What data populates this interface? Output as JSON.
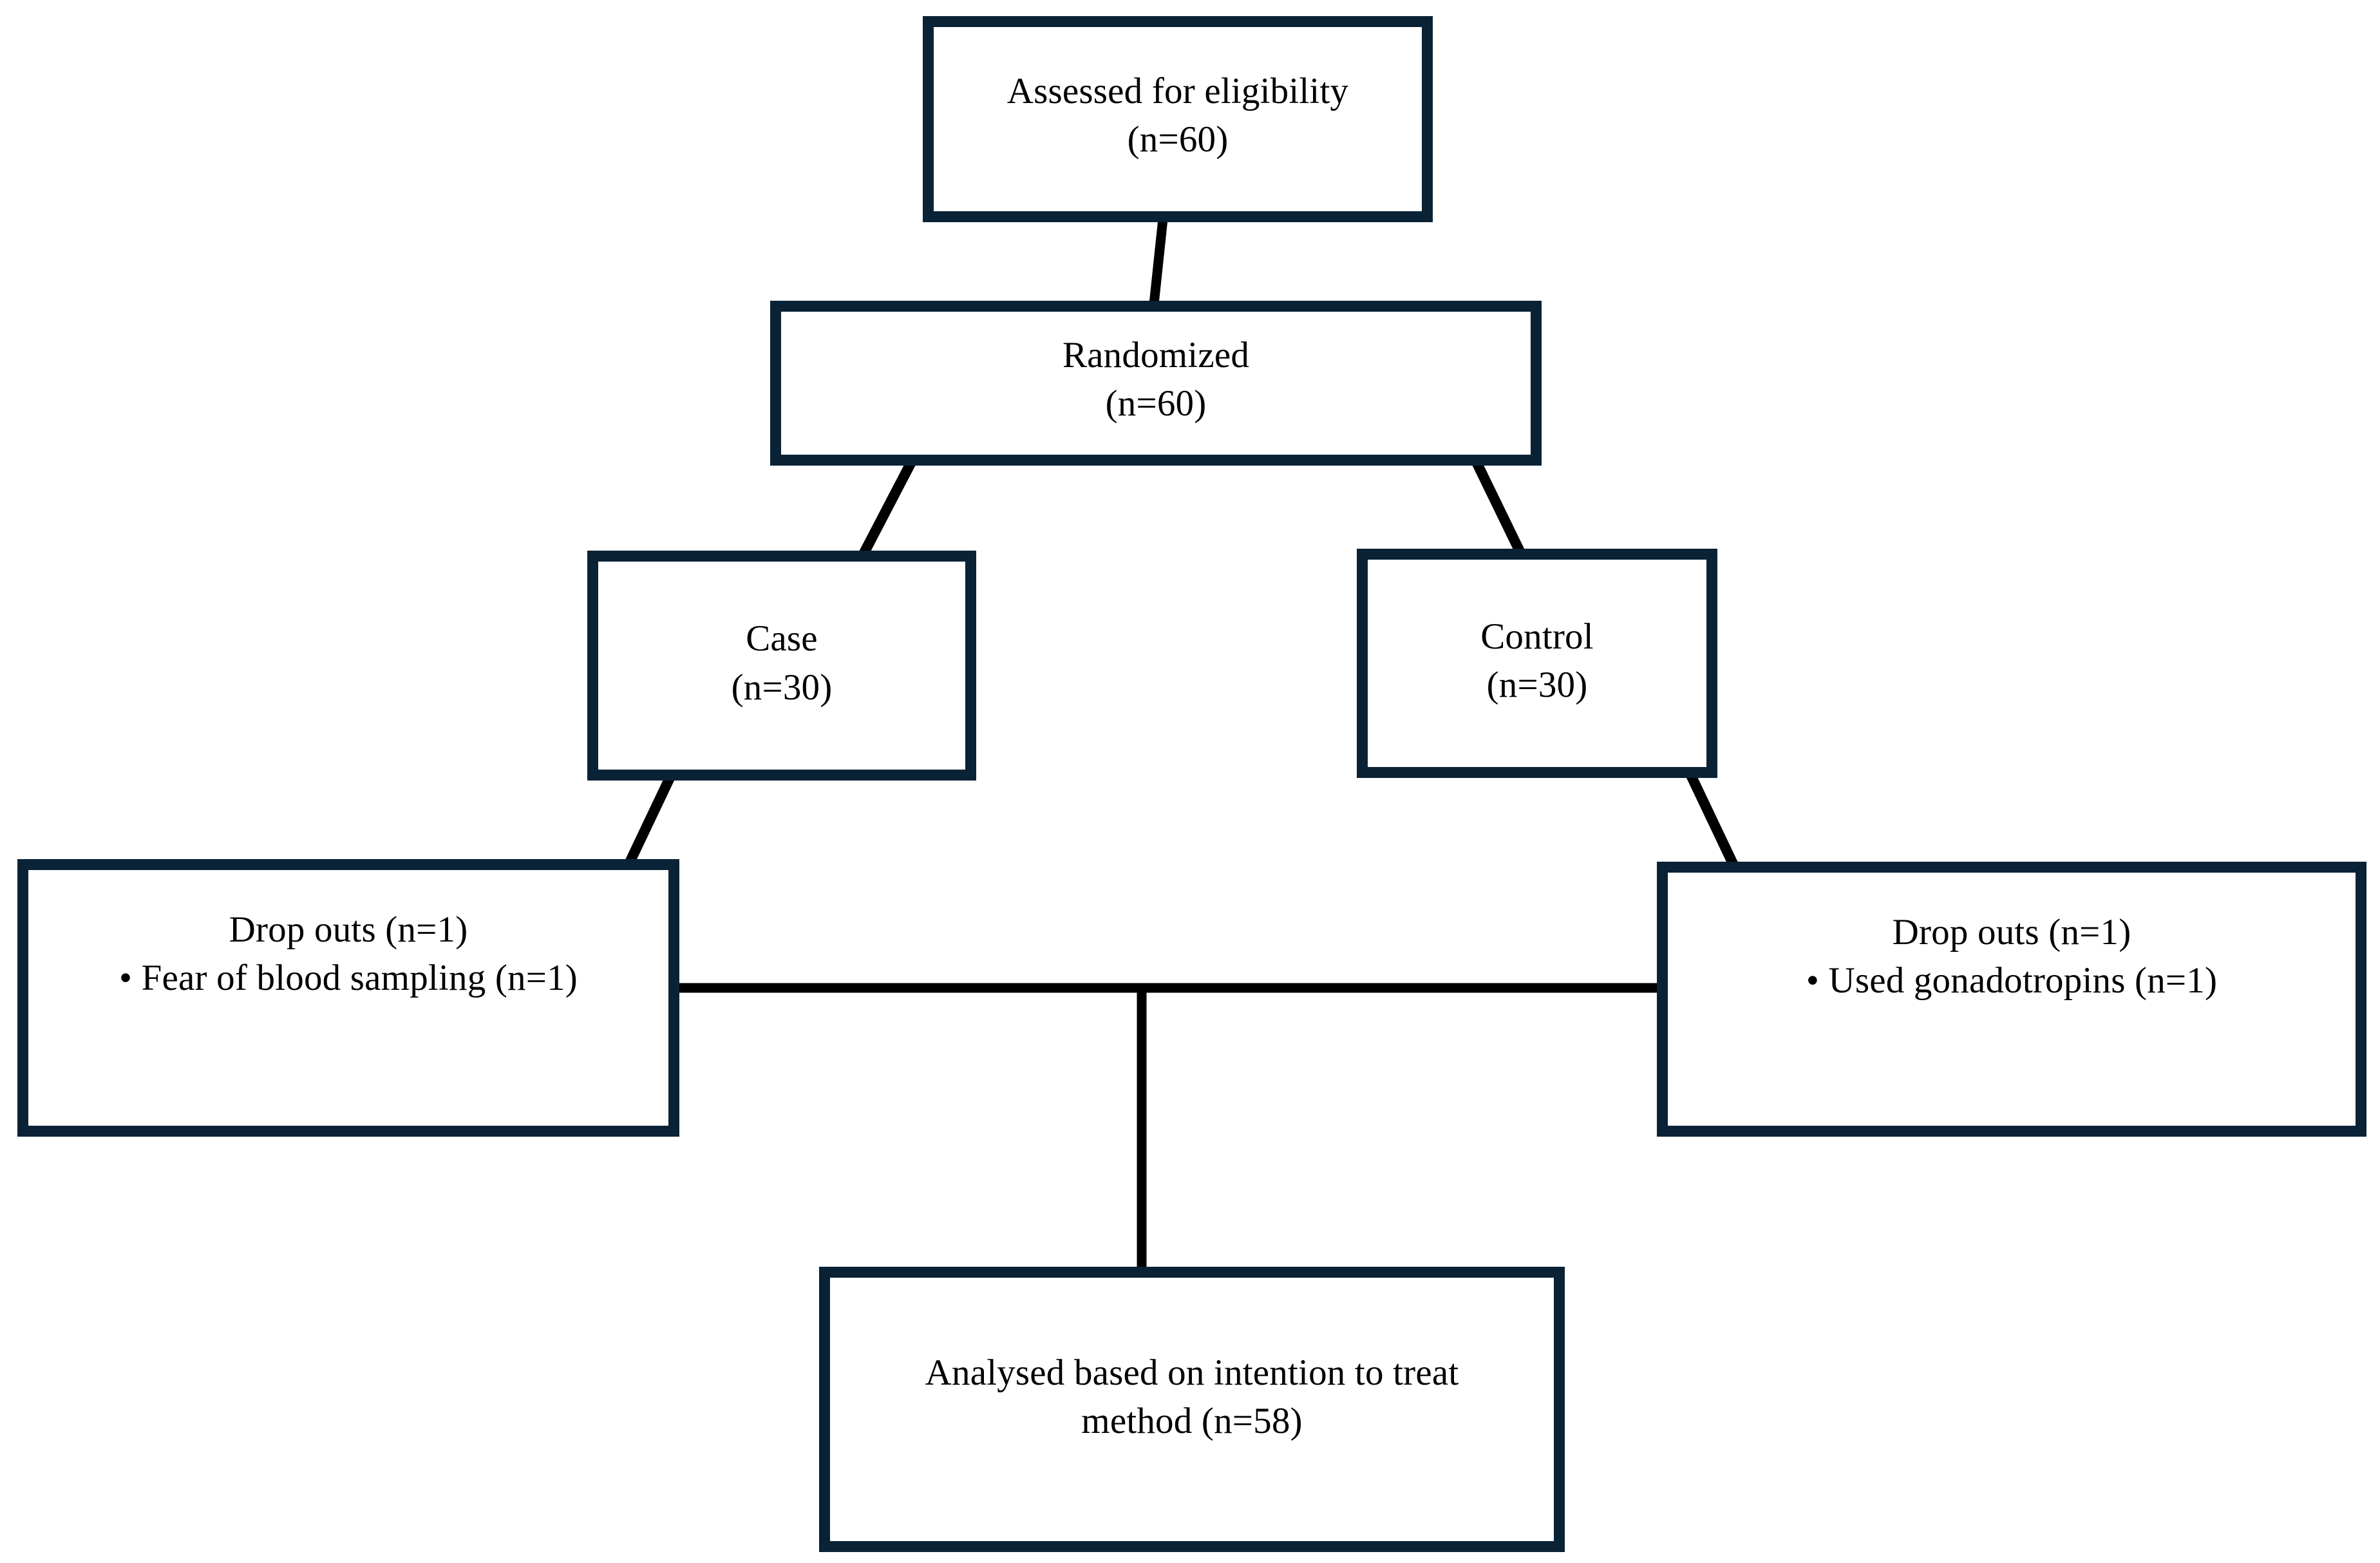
{
  "diagram": {
    "type": "consort-flow-diagram",
    "title": "",
    "colors": {
      "background": "#ffffff",
      "box_border": "#0a2236",
      "box_fill": "#ffffff",
      "connector": "#000000",
      "text": "#000000"
    },
    "nodes": [
      {
        "id": "eligibility",
        "label": "Assessed for eligibility\n(n=60)",
        "lines": [
          "Assessed for eligibility",
          "(n=60)"
        ],
        "count": 60
      },
      {
        "id": "randomized",
        "label": "Randomized\n(n=60)",
        "lines": [
          "Randomized",
          "(n=60)"
        ],
        "count": 60
      },
      {
        "id": "case",
        "label": "Case\n(n=30)",
        "lines": [
          "Case",
          "(n=30)"
        ],
        "count": 30
      },
      {
        "id": "control",
        "label": "Control\n(n=30)",
        "lines": [
          "Control",
          "(n=30)"
        ],
        "count": 30
      },
      {
        "id": "dropouts_case",
        "label": "Drop outs (n=1)\n• Fear of blood sampling (n=1)",
        "lines": [
          "Drop outs (n=1)",
          "• Fear of blood sampling (n=1)"
        ],
        "count": 1
      },
      {
        "id": "dropouts_control",
        "label": "Drop outs (n=1)\n• Used gonadotropins (n=1)",
        "lines": [
          "Drop outs (n=1)",
          "• Used gonadotropins (n=1)"
        ],
        "count": 1
      },
      {
        "id": "analysed",
        "label": "Analysed based on intention to treat method (n=58)",
        "lines": [
          "Analysed based on intention to treat",
          "method (n=58)"
        ],
        "count": 58
      }
    ],
    "edges": [
      {
        "from": "eligibility",
        "to": "randomized"
      },
      {
        "from": "randomized",
        "to": "case"
      },
      {
        "from": "randomized",
        "to": "control"
      },
      {
        "from": "case",
        "to": "dropouts_case"
      },
      {
        "from": "control",
        "to": "dropouts_control"
      },
      {
        "from": "dropouts_case",
        "to": "analysed"
      },
      {
        "from": "dropouts_control",
        "to": "analysed"
      }
    ]
  }
}
